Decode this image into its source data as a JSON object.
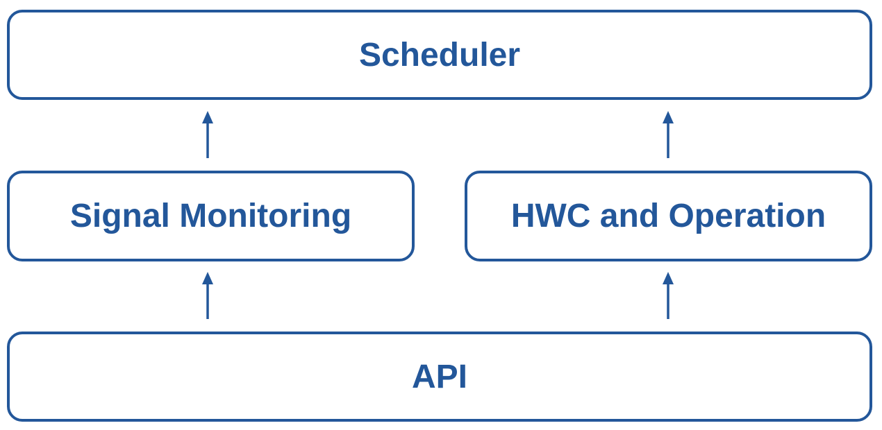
{
  "diagram": {
    "color": "#23579a",
    "boxes": {
      "scheduler": "Scheduler",
      "signal_monitoring": "Signal Monitoring",
      "hwc_operation": "HWC and Operation",
      "api": "API"
    },
    "arrows": [
      {
        "from": "Signal Monitoring",
        "to": "Scheduler"
      },
      {
        "from": "HWC and Operation",
        "to": "Scheduler"
      },
      {
        "from": "API",
        "to": "Signal Monitoring"
      },
      {
        "from": "API",
        "to": "HWC and Operation"
      }
    ]
  }
}
